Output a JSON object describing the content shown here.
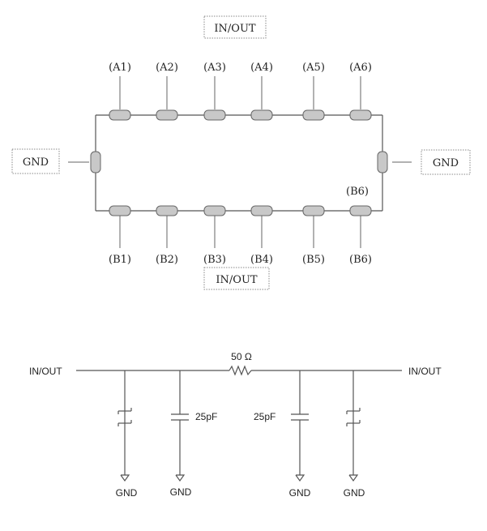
{
  "package": {
    "top_label": "IN/OUT",
    "bottom_label": "IN/OUT",
    "left_label": "GND",
    "right_label": "GND",
    "top_pins": [
      "(A1)",
      "(A2)",
      "(A3)",
      "(A4)",
      "(A5)",
      "(A6)"
    ],
    "bottom_pins": [
      "(B1)",
      "(B2)",
      "(B3)",
      "(B4)",
      "(B5)",
      "(B6)"
    ],
    "inner_label": "(B6)"
  },
  "circuit": {
    "in_label": "IN/OUT",
    "out_label": "IN/OUT",
    "resistor_label": "50 Ω",
    "cap_left_label": "25pF",
    "cap_right_label": "25pF",
    "gnd_labels": [
      "GND",
      "GND",
      "GND",
      "GND"
    ]
  }
}
